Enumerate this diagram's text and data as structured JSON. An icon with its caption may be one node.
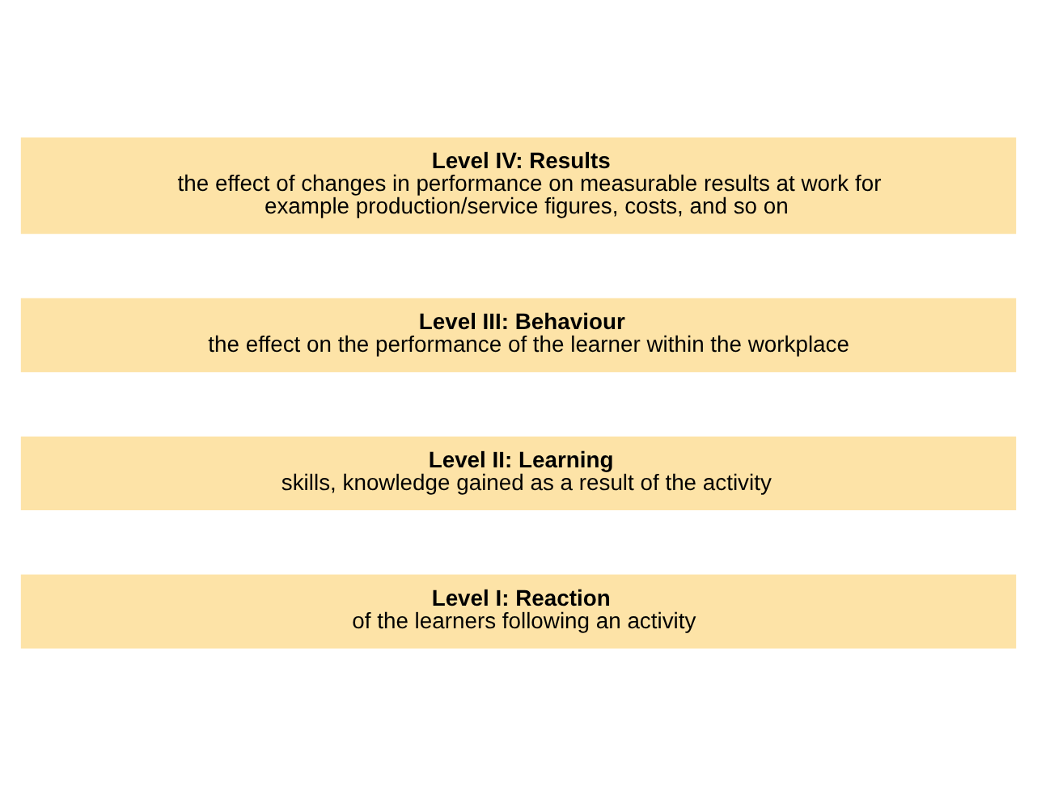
{
  "diagram": {
    "nodes": [
      {
        "text": [
          "Level I: Reaction",
          "of the learners following an activity"
        ]
      },
      {
        "text": [
          "Level II: Learning",
          "skills, knowledge gained as a result of the activity"
        ]
      },
      {
        "text": [
          "Level III: Behaviour",
          "the effect on the performance of the learner within the workplace"
        ]
      },
      {
        "text": [
          "Level IV: Results",
          "the effect of changes in performance on measurable results at work for example production/service figures, costs, and so on"
        ]
      }
    ]
  }
}
